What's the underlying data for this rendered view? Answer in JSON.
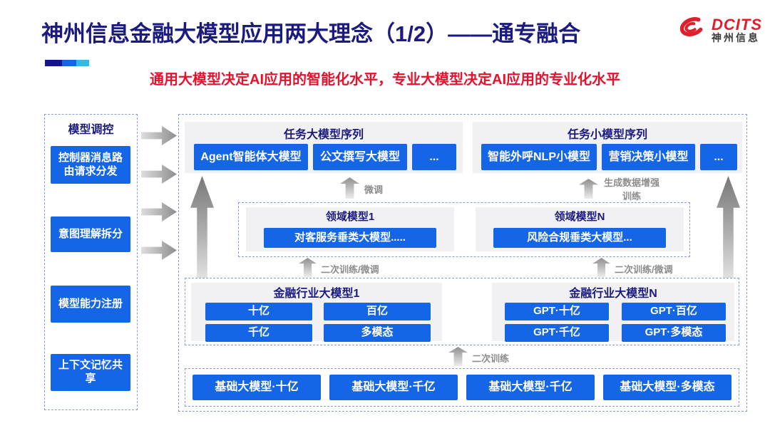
{
  "page": {
    "title": "神州信息金融大模型应用两大理念（1/2）——通专融合",
    "subtitle": "通用大模型决定AI应用的智能化水平，专业大模型决定AI应用的专业化水平"
  },
  "logo": {
    "brand": "DCITS",
    "company": "神州信息"
  },
  "colors": {
    "accent_blue": "#1566e6",
    "title_navy": "#1b1a7e",
    "subtitle_red": "#e8112d",
    "panel_gray": "#f1f1f3",
    "dashed_border": "#8a9cc8",
    "logo_red": "#e01f2d"
  },
  "sidebar": {
    "title": "模型调控",
    "items": [
      "控制器消息路由请求分发",
      "意图理解拆分",
      "模型能力注册",
      "上下文记忆共享"
    ]
  },
  "task_large_models": {
    "title": "任务大模型序列",
    "items": [
      "Agent智能体大模型",
      "公文撰写大模型",
      "..."
    ]
  },
  "task_small_models": {
    "title": "任务小模型序列",
    "items": [
      "智能外呼NLP小模型",
      "营销决策小模型",
      "..."
    ]
  },
  "domain_models": {
    "groups": [
      {
        "title": "领域模型1",
        "item": "对客服务垂类大模型....."
      },
      {
        "title": "领域模型N",
        "item": "风险合规垂类大模型..."
      }
    ]
  },
  "industry_models": {
    "groups": [
      {
        "title": "金融行业大模型1",
        "items": [
          "十亿",
          "百亿",
          "千亿",
          "多模态"
        ]
      },
      {
        "title": "金融行业大模型N",
        "items": [
          "GPT·十亿",
          "GPT·百亿",
          "GPT·千亿",
          "GPT·多模态"
        ]
      }
    ]
  },
  "base_models": {
    "items": [
      "基础大模型·十亿",
      "基础大模型·千亿",
      "基础大模型·千亿",
      "基础大模型·多模态"
    ]
  },
  "flow_labels": {
    "finetune": "微调",
    "gen_data_training": "生成数据增强训练",
    "second_training_finetune_left": "二次训练/微调",
    "second_training_finetune_right": "二次训练/微调",
    "second_training": "二次训练"
  }
}
